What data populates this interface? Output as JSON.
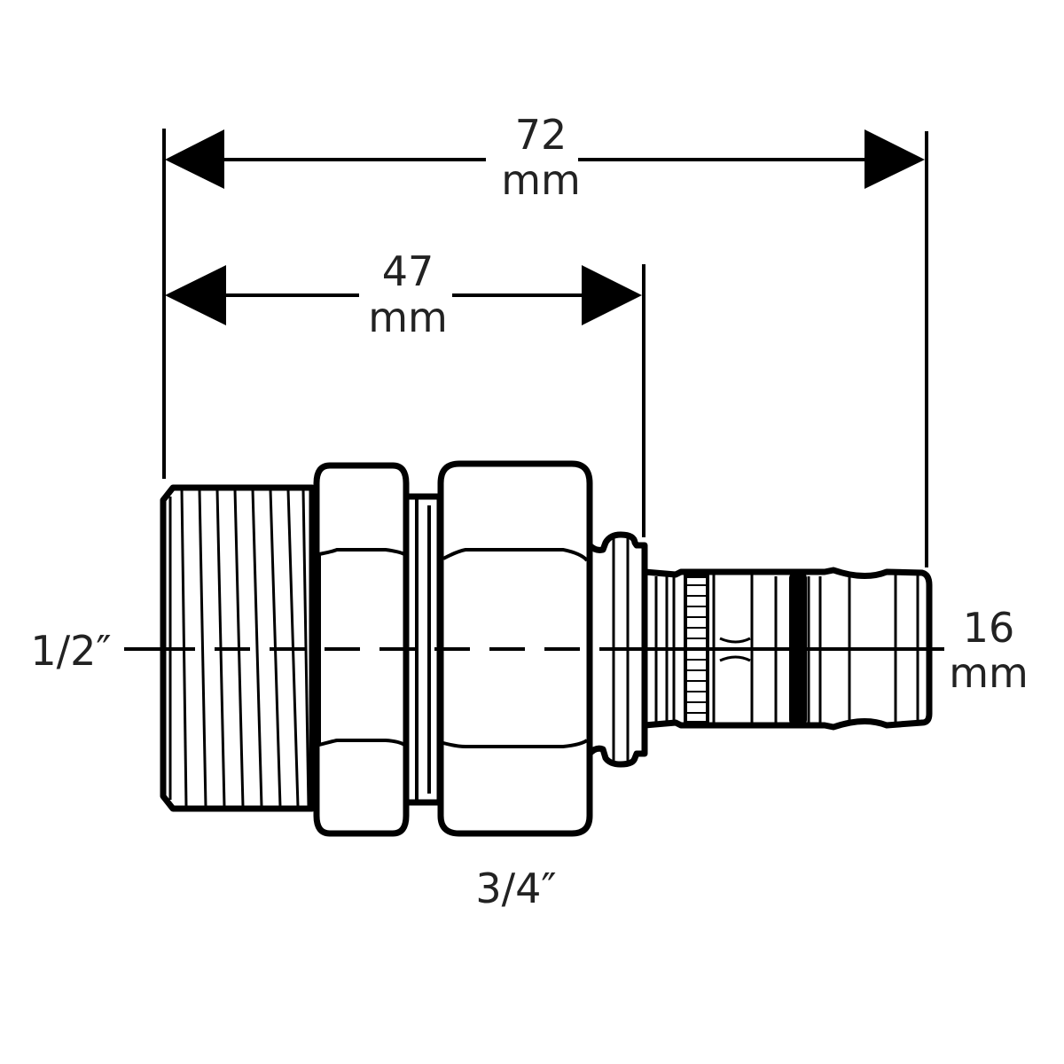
{
  "dimensions": {
    "overall_length": {
      "value": "72",
      "unit": "mm"
    },
    "insertion_length": {
      "value": "47",
      "unit": "mm"
    },
    "thread_size": "1/2″",
    "nut_size": "3/4″",
    "pipe_size": {
      "value": "16",
      "unit": "mm"
    }
  },
  "colors": {
    "line": "#000000",
    "text": "#222222",
    "background": "#ffffff"
  }
}
